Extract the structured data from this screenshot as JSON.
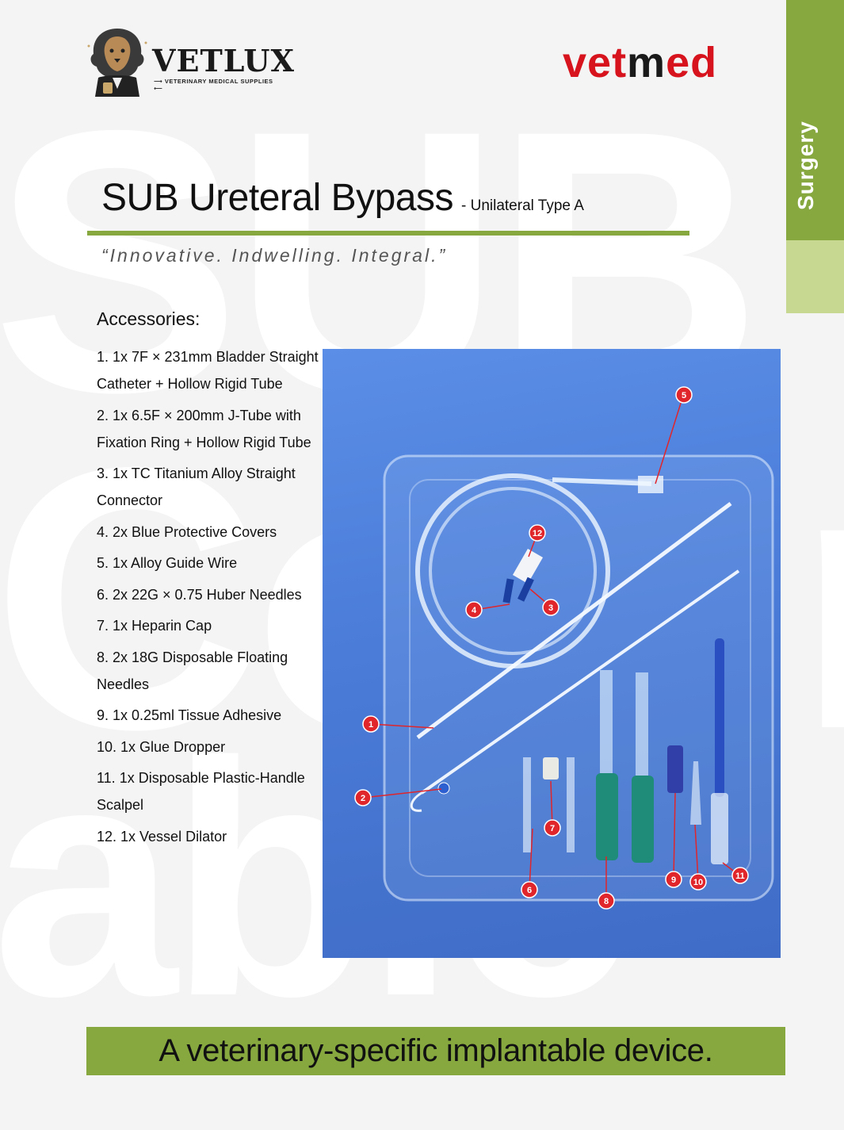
{
  "watermark": {
    "line1": "SUB",
    "line2": "Comr",
    "line3": "able"
  },
  "brand_left": {
    "name": "VETLUX",
    "tagline": "VETERINARY MEDICAL SUPPLIES"
  },
  "brand_right": {
    "part1": "vet",
    "part2": "m",
    "part3": "ed"
  },
  "side_tab": {
    "label": "Surgery"
  },
  "header": {
    "title": "SUB Ureteral Bypass",
    "subtitle": "- Unilateral Type A",
    "slogan": "“Innovative. Indwelling. Integral.”"
  },
  "accessories": {
    "heading": "Accessories:",
    "items": [
      "1.  1x 7F × 231mm Bladder Straight Catheter + Hollow Rigid Tube",
      "2.  1x 6.5F × 200mm J-Tube with Fixation Ring + Hollow Rigid Tube",
      "3.  1x TC Titanium Alloy Straight Connector",
      "4.  2x Blue Protective Covers",
      "5.  1x Alloy Guide Wire",
      "6.  2x 22G × 0.75 Huber Needles",
      "7.  1x Heparin Cap",
      "8.  2x 18G Disposable Floating Needles",
      "9.  1x 0.25ml Tissue Adhesive",
      "10. 1x Glue Dropper",
      "11. 1x Disposable Plastic-Handle Scalpel",
      "12. 1x Vessel Dilator"
    ]
  },
  "photo_markers": [
    "1",
    "2",
    "3",
    "4",
    "5",
    "6",
    "7",
    "8",
    "9",
    "10",
    "11",
    "12"
  ],
  "footer": {
    "text": "A veterinary-specific implantable device."
  },
  "colors": {
    "accent_green": "#86a83f",
    "light_green": "#c7d991",
    "brand_red": "#d7141d",
    "marker_red": "#e0252b"
  }
}
